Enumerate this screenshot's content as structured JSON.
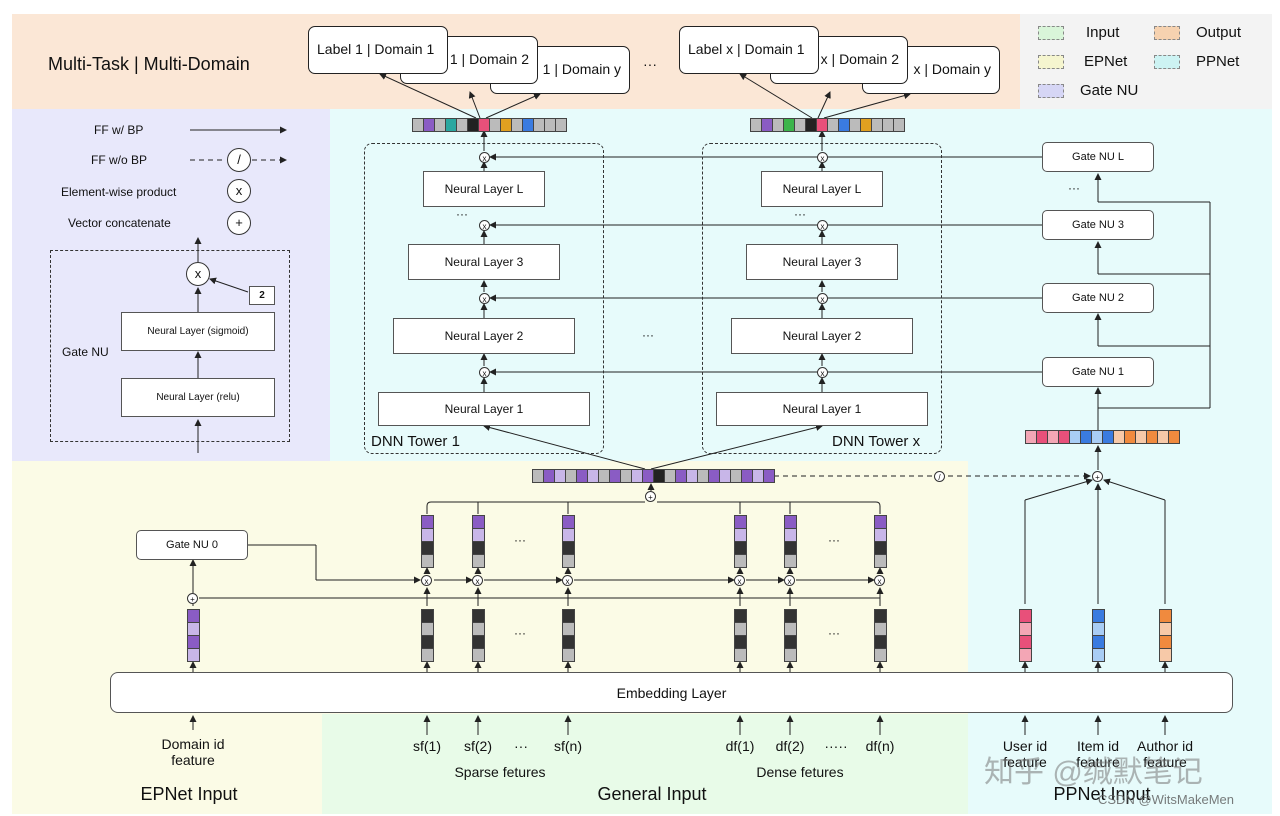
{
  "header": {
    "title": "Multi-Task | Multi-Domain"
  },
  "legend": {
    "input": "Input",
    "output": "Output",
    "epnet": "EPNet",
    "ppnet": "PPNet",
    "gate_nu": "Gate NU",
    "colors": {
      "input": "#d9f5d9",
      "output": "#f6d2b0",
      "epnet": "#f5f5cf",
      "ppnet": "#cdf3f3",
      "gate_nu": "#d6d6f5"
    }
  },
  "output_labels": {
    "left": [
      "Label 1 | Domain 1",
      "1 | Domain 2",
      "1 | Domain y"
    ],
    "right": [
      "Label x | Domain 1",
      "x | Domain 2",
      "x | Domain y"
    ],
    "ellipsis": "···"
  },
  "key": {
    "ff_bp": "FF w/ BP",
    "ff_no_bp": "FF w/o BP",
    "elementwise": "Element-wise product",
    "concat": "Vector concatenate",
    "op_stop": "/",
    "op_x": "x",
    "op_plus": "+"
  },
  "gate_detail": {
    "title": "Gate NU",
    "sigmoid": "Neural Layer (sigmoid)",
    "relu": "Neural Layer (relu)",
    "scale": "2",
    "op": "x"
  },
  "towers": {
    "tower1": "DNN Tower 1",
    "towerx": "DNN Tower x",
    "layers": [
      "Neural Layer L",
      "Neural Layer 3",
      "Neural Layer 2",
      "Neural Layer 1"
    ],
    "ellipsis": "···"
  },
  "ppnet_gates": [
    "Gate NU L",
    "Gate NU 3",
    "Gate NU 2",
    "Gate NU 1"
  ],
  "gate0": "Gate NU 0",
  "embedding": "Embedding Layer",
  "inputs": {
    "domain": "Domain id\nfeature",
    "sparse": [
      "sf(1)",
      "sf(2)",
      "···",
      "sf(n)"
    ],
    "sparse_label": "Sparse fetures",
    "dense": [
      "df(1)",
      "df(2)",
      "·····",
      "df(n)"
    ],
    "dense_label": "Dense fetures",
    "user": "User id\nfeature",
    "item": "Item id\nfeature",
    "author": "Author id\nfeature"
  },
  "sections": {
    "epnet": "EPNet Input",
    "general": "General Input",
    "ppnet": "PPNet Input"
  },
  "watermark": {
    "zhihu": "知乎 @缄默笔记",
    "csdn": "CSDN @WitsMakeMen"
  }
}
